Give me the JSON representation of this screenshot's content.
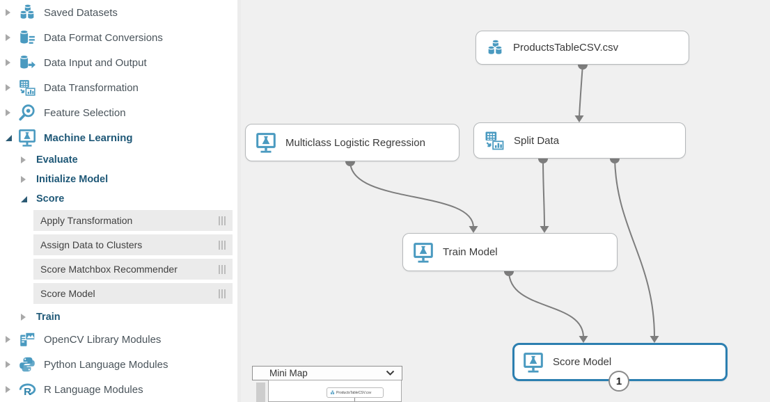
{
  "sidebar": {
    "categories": [
      {
        "label": "Saved Datasets",
        "icon": "database"
      },
      {
        "label": "Data Format Conversions",
        "icon": "database-lines"
      },
      {
        "label": "Data Input and Output",
        "icon": "database-arrow"
      },
      {
        "label": "Data Transformation",
        "icon": "grid-chart"
      },
      {
        "label": "Feature Selection",
        "icon": "magnifier"
      },
      {
        "label": "Machine Learning",
        "icon": "flask-monitor"
      }
    ],
    "ml_children": [
      {
        "label": "Evaluate"
      },
      {
        "label": "Initialize Model"
      },
      {
        "label": "Score"
      }
    ],
    "score_modules": [
      {
        "label": "Apply Transformation"
      },
      {
        "label": "Assign Data to Clusters"
      },
      {
        "label": "Score Matchbox Recommender"
      },
      {
        "label": "Score Model"
      }
    ],
    "ml_children_after": [
      {
        "label": "Train"
      }
    ],
    "bottom_categories": [
      {
        "label": "OpenCV Library Modules",
        "icon": "opencv"
      },
      {
        "label": "Python Language Modules",
        "icon": "python"
      },
      {
        "label": "R Language Modules",
        "icon": "r-logo"
      }
    ]
  },
  "canvas": {
    "nodes": {
      "dataset": {
        "label": "ProductsTableCSV.csv"
      },
      "multiclass": {
        "label": "Multiclass Logistic Regression"
      },
      "split": {
        "label": "Split Data"
      },
      "train": {
        "label": "Train Model"
      },
      "score": {
        "label": "Score Model",
        "badge": "1"
      }
    }
  },
  "minimap": {
    "title": "Mini Map",
    "node_label": "ProductsTableCSV.csv"
  },
  "colors": {
    "icon_blue": "#4a9ac0",
    "selected_border": "#2c7fb0",
    "connector_gray": "#7d7d7d",
    "category_text": "#4a545b",
    "ml_text": "#1f5877"
  }
}
